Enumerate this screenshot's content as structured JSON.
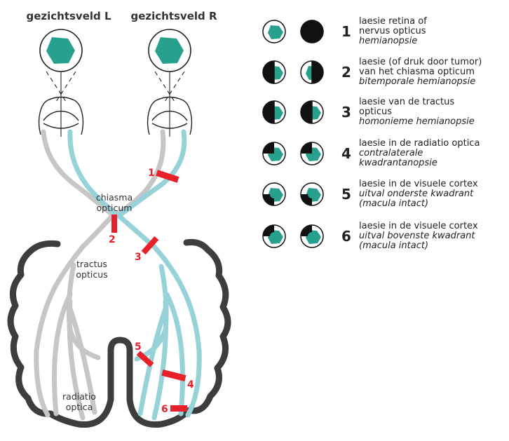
{
  "colors": {
    "grey": "#c6c6c6",
    "cyan": "#96d2d8",
    "teal": "#28a08e",
    "red": "#e8202a",
    "dark": "#3d3d3d"
  },
  "fields": {
    "left": "gezichtsveld L",
    "right": "gezichtsveld R"
  },
  "anatomy": {
    "chiasma": [
      "chiasma",
      "opticum"
    ],
    "tractus": [
      "tractus",
      "opticus"
    ],
    "radiatio": [
      "radiatio",
      "optica"
    ]
  },
  "lesions": [
    {
      "number": "1",
      "lines": [
        "laesie retina of",
        "nervus opticus"
      ],
      "italic": [
        "hemianopsie"
      ],
      "left_field": "teal-hexagon",
      "right_field": "black-full"
    },
    {
      "number": "2",
      "lines": [
        "laesie (of druk door tumor)",
        "van het chiasma opticum"
      ],
      "italic": [
        "bitemporale hemianopsie"
      ],
      "left_field": "left-half-black",
      "right_field": "right-half-black"
    },
    {
      "number": "3",
      "lines": [
        "laesie van de tractus",
        "opticus"
      ],
      "italic": [
        "homonieme hemianopsie"
      ],
      "left_field": "left-half-black",
      "right_field": "left-half-black"
    },
    {
      "number": "4",
      "lines": [
        "laesie in de radiatio optica"
      ],
      "italic": [
        "contralaterale",
        "kwadrantanopsie"
      ],
      "left_field": "upper-left-quadrant-black",
      "right_field": "upper-left-quadrant-black"
    },
    {
      "number": "5",
      "lines": [
        "laesie in de visuele cortex"
      ],
      "italic": [
        "uitval onderste kwadrant",
        "(macula intact)"
      ],
      "left_field": "lower-left-quadrant-black-macula-spared",
      "right_field": "lower-left-quadrant-black-macula-spared"
    },
    {
      "number": "6",
      "lines": [
        "laesie in de visuele cortex"
      ],
      "italic": [
        "uitval bovenste kwadrant",
        "(macula intact)"
      ],
      "left_field": "upper-left-quadrant-black-macula-spared",
      "right_field": "upper-left-quadrant-black-macula-spared"
    }
  ]
}
